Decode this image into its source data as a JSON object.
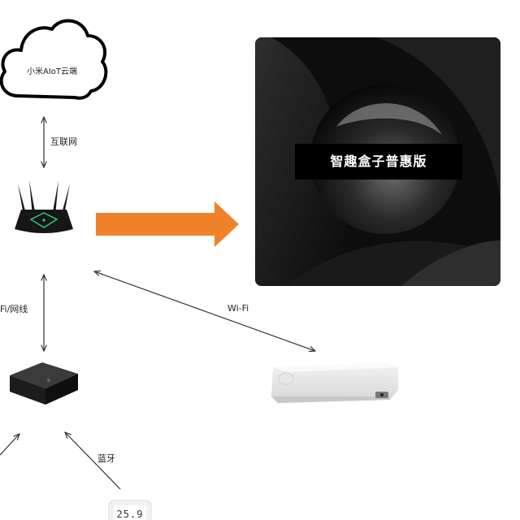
{
  "cloud": {
    "label": "小米AIoT云端"
  },
  "links": {
    "internet": "互联网",
    "wifi_wired": "Fi/网线",
    "wifi": "Wi-Fi",
    "bluetooth": "蓝牙"
  },
  "product": {
    "title": "智趣盒子普惠版"
  },
  "thermometer": {
    "reading": "25.9"
  },
  "colors": {
    "arrow": "#F0832A",
    "line": "#333333",
    "product_bg": "#0d0d0d"
  },
  "icons": {
    "cloud": "cloud-icon",
    "router": "router-icon",
    "hub": "gateway-hub-icon",
    "sensor": "motion-sensor-icon",
    "thermometer": "thermometer-icon"
  }
}
